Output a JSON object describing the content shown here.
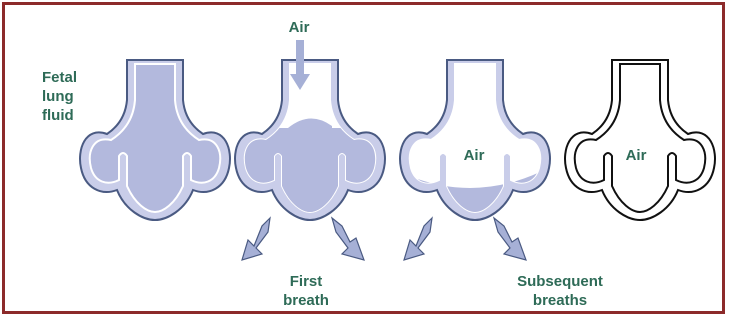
{
  "labels": {
    "fetal_lung_fluid": [
      "Fetal",
      "lung",
      "fluid"
    ],
    "air_top": "Air",
    "air_stage3": "Air",
    "air_stage4": "Air",
    "first_breath": [
      "First",
      "breath"
    ],
    "subsequent_breaths": [
      "Subsequent",
      "breaths"
    ]
  },
  "colors": {
    "frame": "#8c2a2a",
    "fluid": "#b3b9dd",
    "outline": "#4a5a82",
    "arrow": "#a6b0d6",
    "label": "#2e6b57",
    "final_outline": "#111111"
  }
}
